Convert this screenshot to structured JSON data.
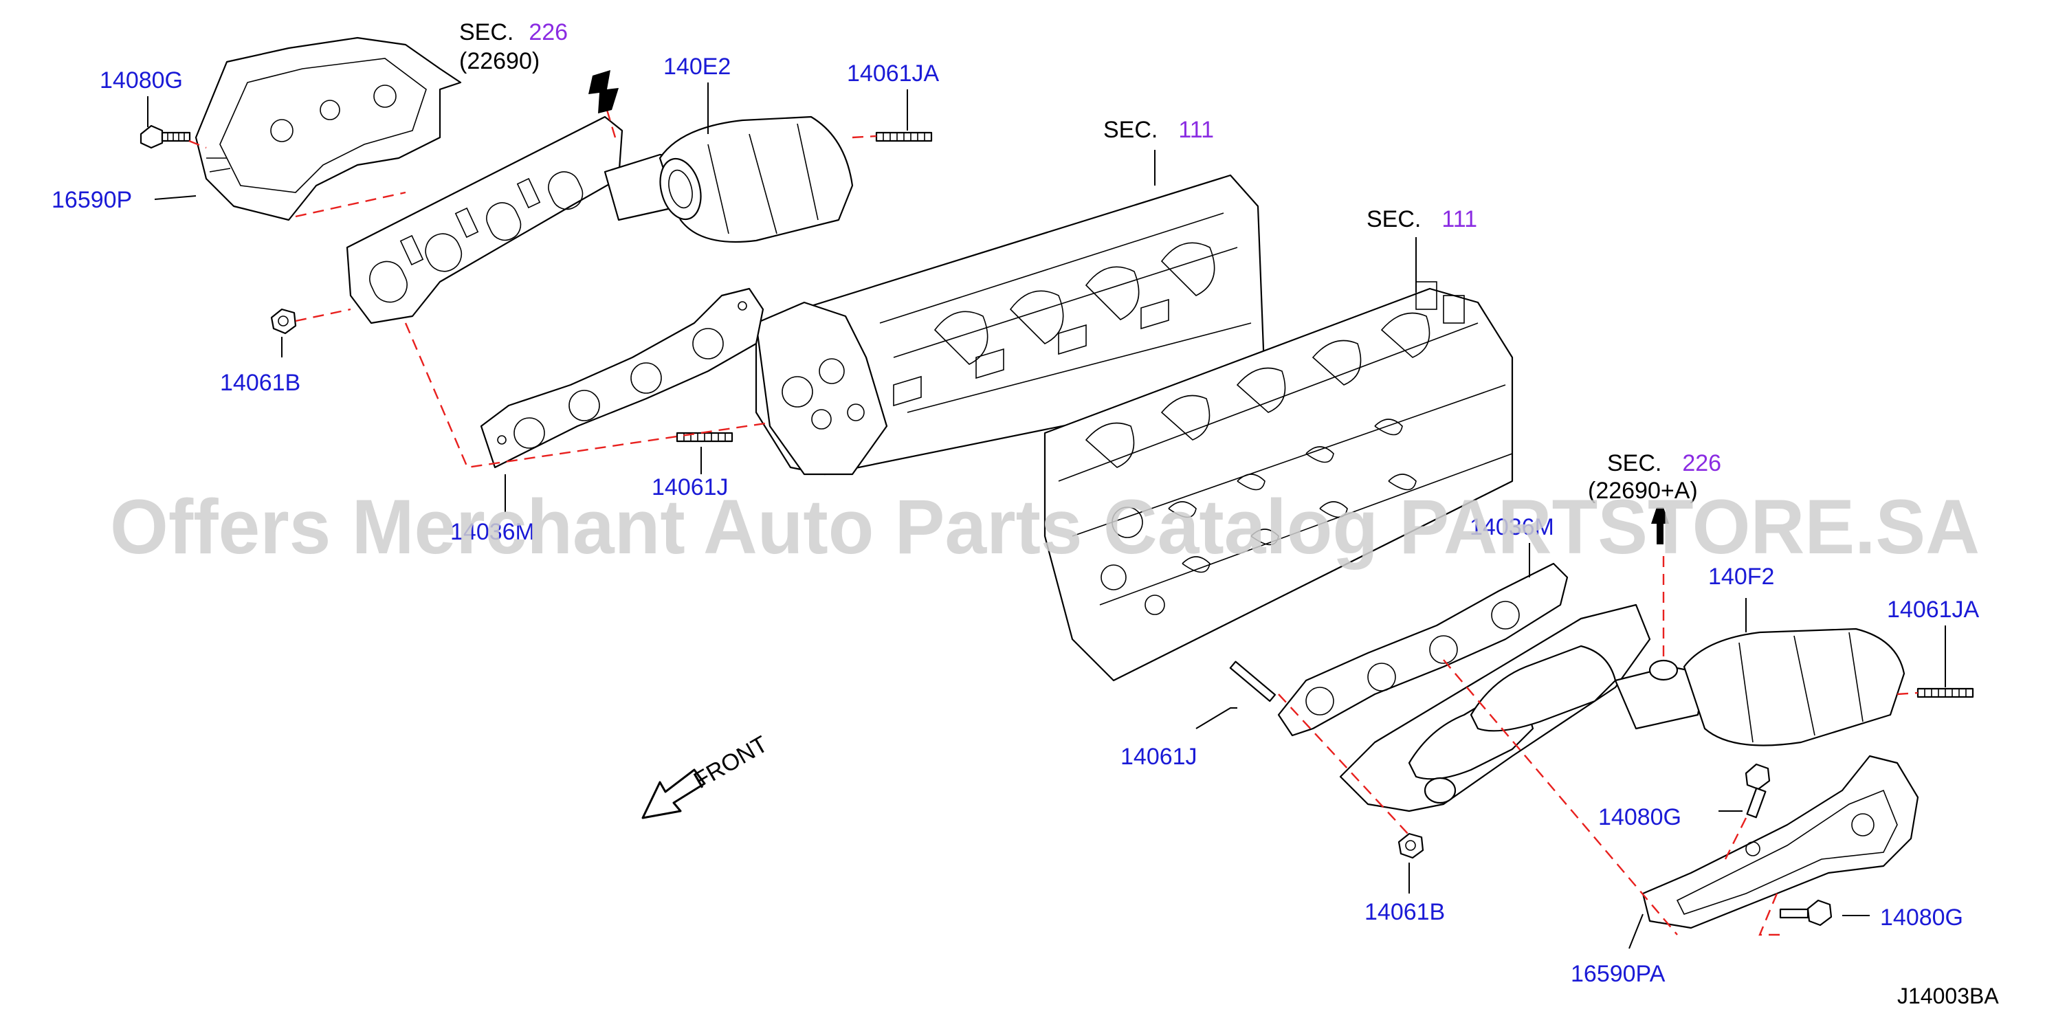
{
  "diagram": {
    "reference_code": "J14003BA",
    "watermark": "Offers Merchant Auto Parts Catalog PARTSTORE.SA",
    "front_label": "FRONT",
    "colors": {
      "part_label": "#1a1ad6",
      "section_number": "#8a2be2",
      "dashed_line": "#e8201e"
    },
    "parts": {
      "p14080G_top": "14080G",
      "p16590P": "16590P",
      "p140E2": "140E2",
      "p14061JA_top": "14061JA",
      "p14061B_left": "14061B",
      "p14036M_left": "14036M",
      "p14061J_top": "14061J",
      "p14036M_right": "14036M",
      "p140F2": "140F2",
      "p14061JA_right": "14061JA",
      "p14061J_bottom": "14061J",
      "p14080G_mid": "14080G",
      "p14080G_right": "14080G",
      "p14061B_bottom": "14061B",
      "p16590PA": "16590PA"
    },
    "sections": {
      "s226_top": {
        "prefix": "SEC.",
        "number": "226",
        "sub": "(22690)"
      },
      "s111_a": {
        "prefix": "SEC.",
        "number": "111"
      },
      "s111_b": {
        "prefix": "SEC.",
        "number": "111"
      },
      "s226_right": {
        "prefix": "SEC.",
        "number": "226",
        "sub": "(22690+A)"
      }
    }
  }
}
